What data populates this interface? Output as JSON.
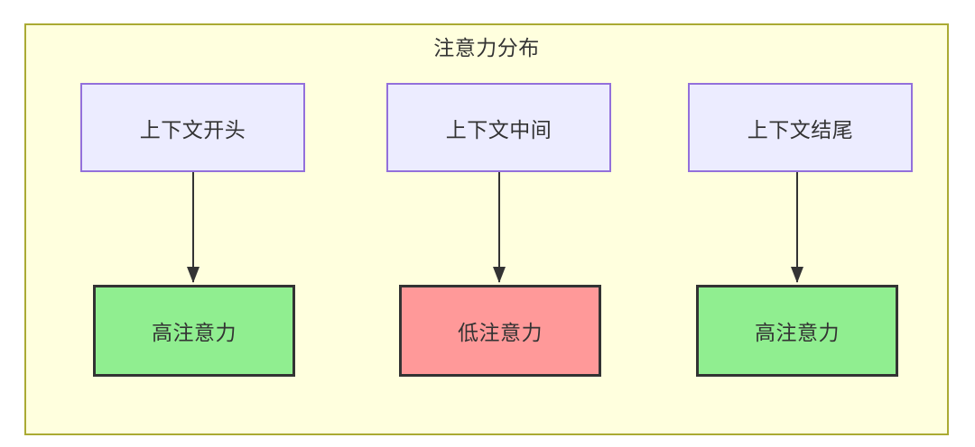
{
  "diagram": {
    "title": "注意力分布",
    "container": {
      "background_color": "#ffffde",
      "border_color": "#aaaa33"
    },
    "top_nodes": [
      {
        "id": "context-start",
        "label": "上下文开头",
        "fill": "#ececff",
        "border": "#9370db"
      },
      {
        "id": "context-middle",
        "label": "上下文中间",
        "fill": "#ececff",
        "border": "#9370db"
      },
      {
        "id": "context-end",
        "label": "上下文结尾",
        "fill": "#ececff",
        "border": "#9370db"
      }
    ],
    "bottom_nodes": [
      {
        "id": "attention-high-start",
        "label": "高注意力",
        "fill": "#90ee90",
        "border": "#333333"
      },
      {
        "id": "attention-low-middle",
        "label": "低注意力",
        "fill": "#ff9999",
        "border": "#333333"
      },
      {
        "id": "attention-high-end",
        "label": "高注意力",
        "fill": "#90ee90",
        "border": "#333333"
      }
    ],
    "edges": [
      {
        "from": "context-start",
        "to": "attention-high-start",
        "label": ""
      },
      {
        "from": "context-middle",
        "to": "attention-low-middle",
        "label": ""
      },
      {
        "from": "context-end",
        "to": "attention-high-end",
        "label": ""
      }
    ],
    "edge_color": "#333333"
  }
}
